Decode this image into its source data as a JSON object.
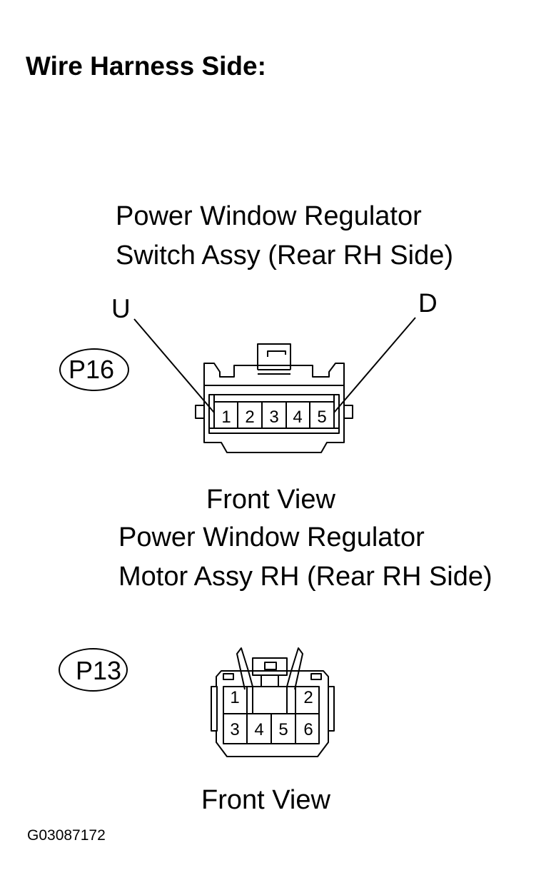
{
  "title": "Wire Harness Side:",
  "connector_1": {
    "name_line1": "Power Window Regulator",
    "name_line2": "Switch Assy (Rear RH Side)",
    "code": "P16",
    "left_terminal_label": "U",
    "right_terminal_label": "D",
    "pins": [
      "1",
      "2",
      "3",
      "4",
      "5"
    ],
    "view_label": "Front View"
  },
  "connector_2": {
    "name_line1": "Power Window Regulator",
    "name_line2": "Motor Assy RH (Rear RH Side)",
    "code": "P13",
    "pins_top": [
      "1",
      "2"
    ],
    "pins_bottom": [
      "3",
      "4",
      "5",
      "6"
    ],
    "view_label": "Front View"
  },
  "figure_id": "G03087172"
}
